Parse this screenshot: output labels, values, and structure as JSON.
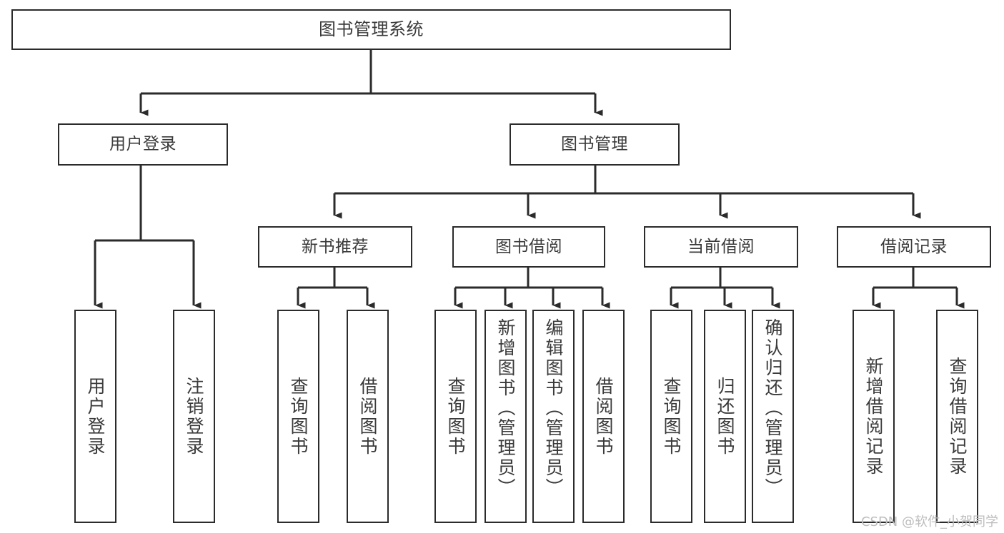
{
  "diagram": {
    "title_node": {
      "label": "图书管理系统"
    },
    "level2": [
      {
        "id": "user-login",
        "label": "用户登录"
      },
      {
        "id": "book-manage",
        "label": "图书管理"
      }
    ],
    "level3": [
      {
        "id": "new-book-recommend",
        "label": "新书推荐"
      },
      {
        "id": "book-borrow",
        "label": "图书借阅"
      },
      {
        "id": "current-borrow",
        "label": "当前借阅"
      },
      {
        "id": "borrow-record",
        "label": "借阅记录"
      }
    ],
    "leaves": [
      {
        "id": "leaf-user-login",
        "label": "用户登录",
        "parent": "user-login"
      },
      {
        "id": "leaf-logout-login",
        "label": "注销登录",
        "parent": "user-login"
      },
      {
        "id": "leaf-query-book-1",
        "label": "查询图书",
        "parent": "new-book-recommend"
      },
      {
        "id": "leaf-borrow-book-1",
        "label": "借阅图书",
        "parent": "new-book-recommend"
      },
      {
        "id": "leaf-query-book-2",
        "label": "查询图书",
        "parent": "book-borrow"
      },
      {
        "id": "leaf-add-book",
        "label": "新增图书（管理员）",
        "parent": "book-borrow"
      },
      {
        "id": "leaf-edit-book",
        "label": "编辑图书（管理员）",
        "parent": "book-borrow"
      },
      {
        "id": "leaf-borrow-book-2",
        "label": "借阅图书",
        "parent": "book-borrow"
      },
      {
        "id": "leaf-query-book-3",
        "label": "查询图书",
        "parent": "current-borrow"
      },
      {
        "id": "leaf-return-book",
        "label": "归还图书",
        "parent": "current-borrow"
      },
      {
        "id": "leaf-confirm-return",
        "label": "确认归还（管理员）",
        "parent": "current-borrow"
      },
      {
        "id": "leaf-add-record",
        "label": "新增借阅记录",
        "parent": "borrow-record"
      },
      {
        "id": "leaf-query-record",
        "label": "查询借阅记录",
        "parent": "borrow-record"
      }
    ]
  },
  "watermark": {
    "text": "CSDN @软件_小贺同学"
  },
  "colors": {
    "stroke": "#2b2b2b",
    "text": "#3a3a3a",
    "background": "#ffffff",
    "watermark": "#bdbdbd"
  }
}
